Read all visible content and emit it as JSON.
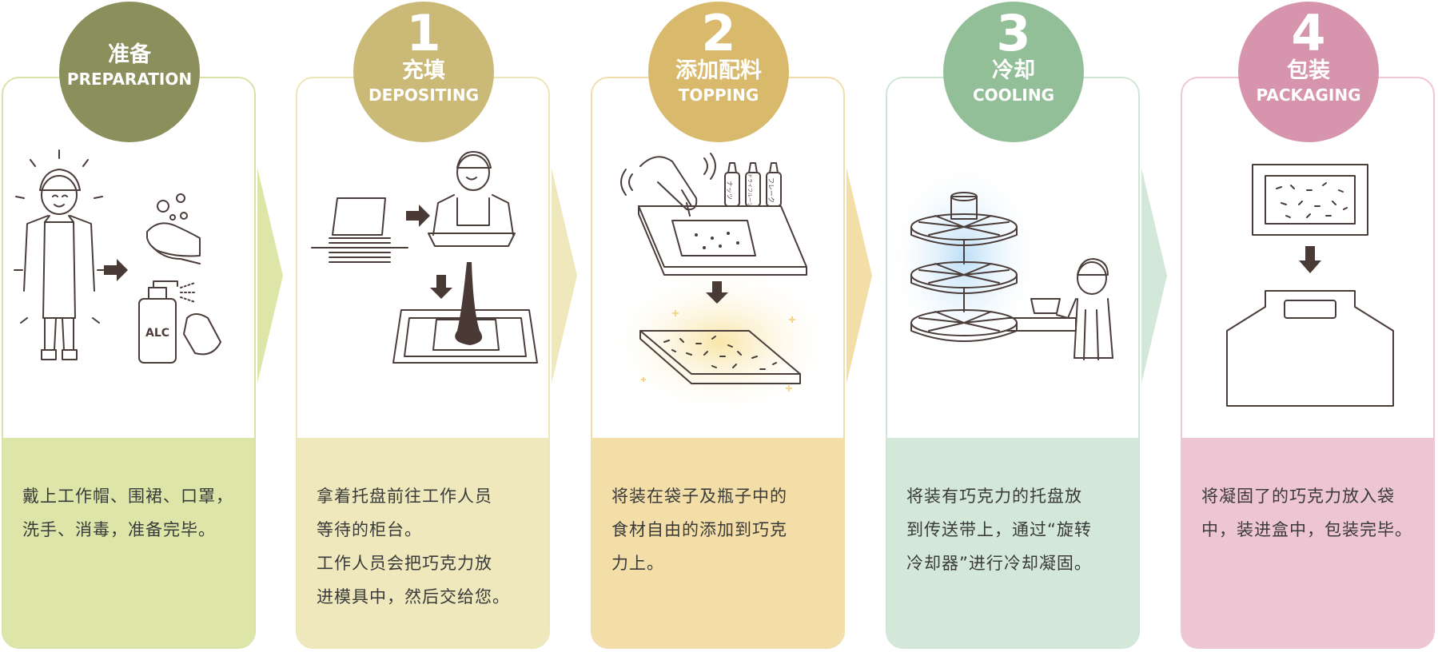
{
  "steps": [
    {
      "number": "",
      "title_zh": "准备",
      "title_en": "PREPARATION",
      "color": "#8a8f5c",
      "border": "#d9e3a8",
      "desc_bg": "#dde6a8",
      "lines": [
        "戴上工作帽、围裙、口罩，",
        "洗手、消毒，准备完毕。"
      ],
      "bottle_label": "ALC"
    },
    {
      "number": "1",
      "title_zh": "充填",
      "title_en": "DEPOSITING",
      "color": "#cbb977",
      "border": "#ece6b8",
      "desc_bg": "#efe8bc",
      "lines": [
        "拿着托盘前往工作人员",
        "等待的柜台。",
        "工作人员会把巧克力放",
        "进模具中，然后交给您。"
      ]
    },
    {
      "number": "2",
      "title_zh": "添加配料",
      "title_en": "TOPPING",
      "color": "#d9b96b",
      "border": "#f1ddac",
      "desc_bg": "#f3dea8",
      "lines": [
        "将装在袋子及瓶子中的",
        "食材自由的添加到巧克",
        "力上。"
      ],
      "bottle_labels": [
        "ナッツ",
        "ドライフルーツ",
        "フレーク"
      ]
    },
    {
      "number": "3",
      "title_zh": "冷却",
      "title_en": "COOLING",
      "color": "#93bf98",
      "border": "#cfe6d6",
      "desc_bg": "#d3e8d9",
      "lines": [
        "将装有巧克力的托盘放",
        "到传送带上，通过“旋转",
        "冷却器”进行冷却凝固。"
      ]
    },
    {
      "number": "4",
      "title_zh": "包装",
      "title_en": "PACKAGING",
      "color": "#d695ad",
      "border": "#eec6d4",
      "desc_bg": "#eec5d2",
      "lines": [
        "将凝固了的巧克力放入袋",
        "中，装进盒中，包装完毕。"
      ]
    }
  ]
}
